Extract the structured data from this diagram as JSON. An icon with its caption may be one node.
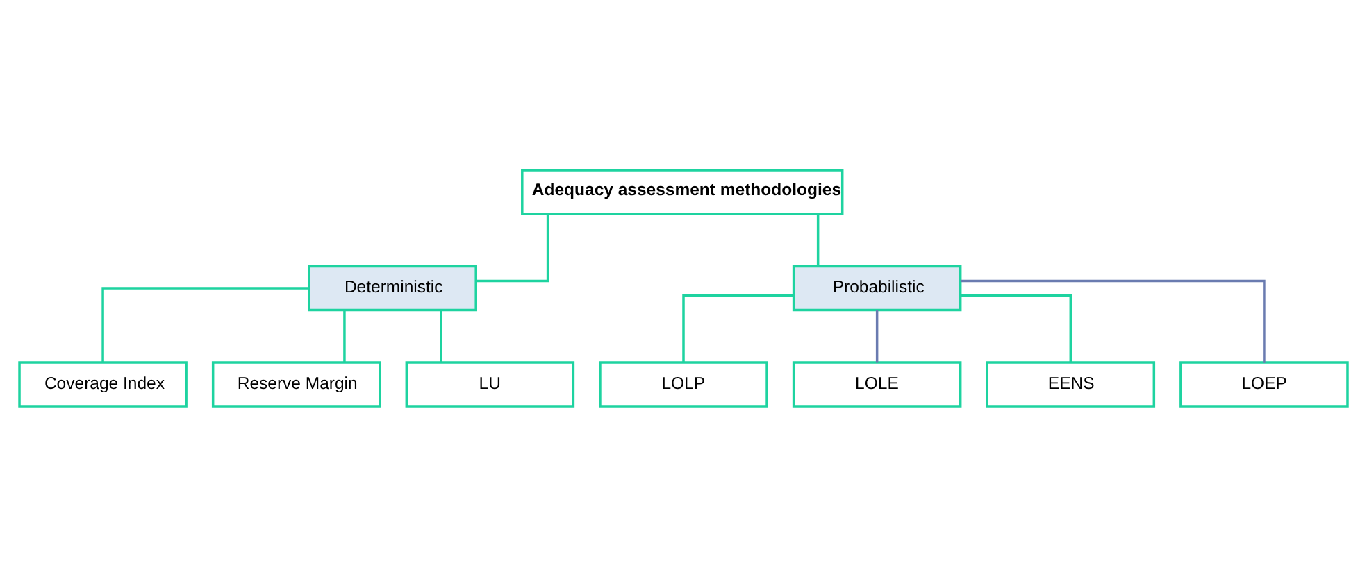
{
  "diagram": {
    "nodes": [
      {
        "text": [
          "Adequacy assessment methodologies"
        ]
      },
      {
        "text": [
          "Deterministic"
        ]
      },
      {
        "text": [
          "Probabilistic"
        ]
      },
      {
        "text": [
          "Coverage Index"
        ]
      },
      {
        "text": [
          "Reserve Margin"
        ]
      },
      {
        "text": [
          "LU"
        ]
      },
      {
        "text": [
          "LOLP"
        ]
      },
      {
        "text": [
          "LOLE"
        ]
      },
      {
        "text": [
          "EENS"
        ]
      },
      {
        "text": [
          "LOEP"
        ]
      }
    ],
    "edges": [
      {
        "from": 0,
        "to": 1,
        "arrow": "none"
      },
      {
        "from": 0,
        "to": 2,
        "arrow": "none"
      },
      {
        "from": 1,
        "to": 3,
        "arrow": "none"
      },
      {
        "from": 1,
        "to": 4,
        "arrow": "none"
      },
      {
        "from": 1,
        "to": 5,
        "arrow": "none"
      },
      {
        "from": 2,
        "to": 6,
        "arrow": "none"
      },
      {
        "from": 2,
        "to": 7,
        "arrow": "none",
        "color": "#6a7bb0"
      },
      {
        "from": 2,
        "to": 8,
        "arrow": "none"
      },
      {
        "from": 2,
        "to": 9,
        "arrow": "none",
        "color": "#6a7bb0"
      }
    ]
  }
}
